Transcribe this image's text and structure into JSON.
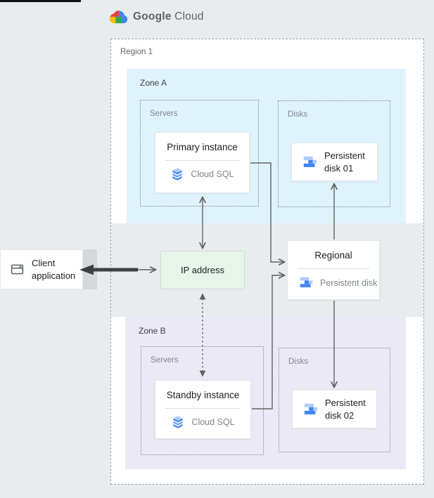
{
  "logo": {
    "google": "Google",
    "cloud": "Cloud"
  },
  "region": {
    "label": "Region 1"
  },
  "zone_a": {
    "label": "Zone A",
    "servers": {
      "label": "Servers",
      "card": {
        "title": "Primary instance",
        "service": "Cloud SQL"
      }
    },
    "disks": {
      "label": "Disks",
      "card": {
        "title": "Persistent disk 01"
      }
    }
  },
  "zone_b": {
    "label": "Zone B",
    "servers": {
      "label": "Servers",
      "card": {
        "title": "Standby instance",
        "service": "Cloud SQL"
      }
    },
    "disks": {
      "label": "Disks",
      "card": {
        "title": "Persistent disk 02"
      }
    }
  },
  "middle": {
    "ip": {
      "label": "IP address"
    },
    "regional": {
      "title": "Regional",
      "service": "Persistent disk"
    },
    "client": {
      "label": "Client application"
    }
  },
  "colors": {
    "page_bg": "#e8ecee",
    "region_bg": "#ffffff",
    "zone_a_bg": "#dff3fc",
    "zone_b_bg": "#ece9f6",
    "ip_bg": "#e6f4ea",
    "text_dark": "#202124",
    "label_gray": "#80868b",
    "arrow": "#616161",
    "arrow_bold": "#3c4043",
    "blue_dark": "#4285f4",
    "blue_mid": "#669df6",
    "blue_light": "#aecbfa",
    "logo_red": "#ea4335",
    "logo_yellow": "#fbbc05",
    "logo_green": "#34a853",
    "logo_blue": "#4285f4"
  }
}
